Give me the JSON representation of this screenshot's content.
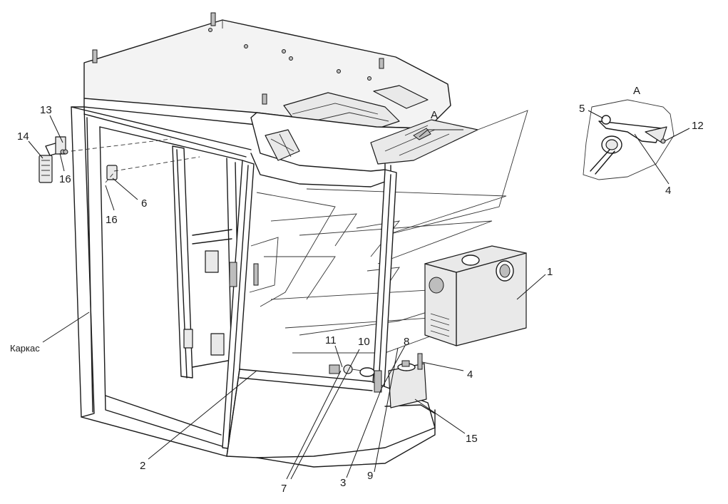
{
  "callouts": {
    "c1": "1",
    "c2": "2",
    "c3": "3",
    "c4_main": "4",
    "c4_detail": "4",
    "c5": "5",
    "c6": "6",
    "c7": "7",
    "c8": "8",
    "c9": "9",
    "c10": "10",
    "c11": "11",
    "c12": "12",
    "c13": "13",
    "c14": "14",
    "c15": "15",
    "c16_upper": "16",
    "c16_lower": "16",
    "frame_label": "Каркас",
    "view_a_marker": "А",
    "view_a_title": "А"
  }
}
